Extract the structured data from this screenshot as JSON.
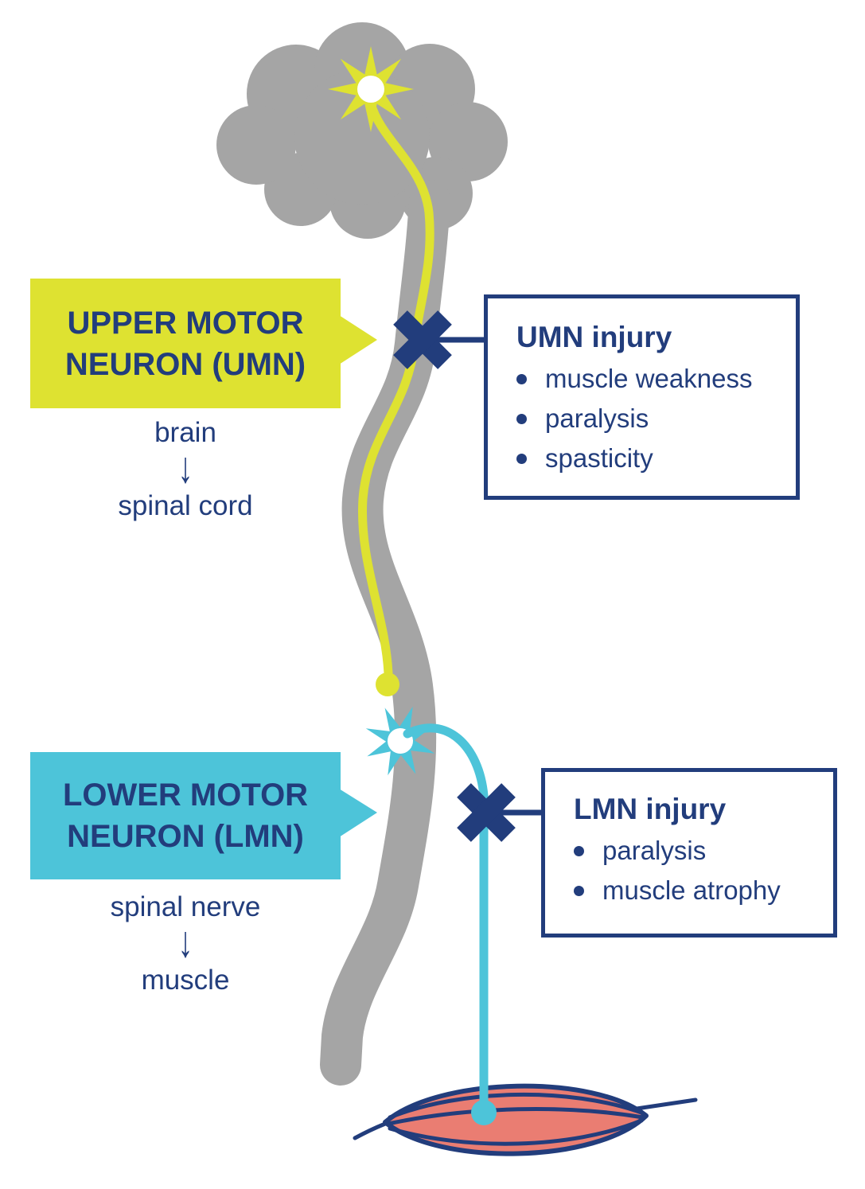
{
  "diagram": {
    "umn": {
      "label": "UPPER MOTOR NEURON (UMN)",
      "route_from": "brain",
      "route_arrow": "↓",
      "route_to": "spinal cord"
    },
    "lmn": {
      "label": "LOWER MOTOR NEURON (LMN)",
      "route_from": "spinal nerve",
      "route_arrow": "↓",
      "route_to": "muscle"
    },
    "umn_injury": {
      "title": "UMN injury",
      "items": [
        "muscle weakness",
        "paralysis",
        "spasticity"
      ]
    },
    "lmn_injury": {
      "title": "LMN injury",
      "items": [
        "paralysis",
        "muscle atrophy"
      ]
    }
  },
  "colors": {
    "navy": "#223d7c",
    "yellow": "#dee231",
    "cyan": "#4dc4d9",
    "gray": "#a5a5a5",
    "muscle_red": "#ea7d72",
    "background": "#ffffff"
  }
}
